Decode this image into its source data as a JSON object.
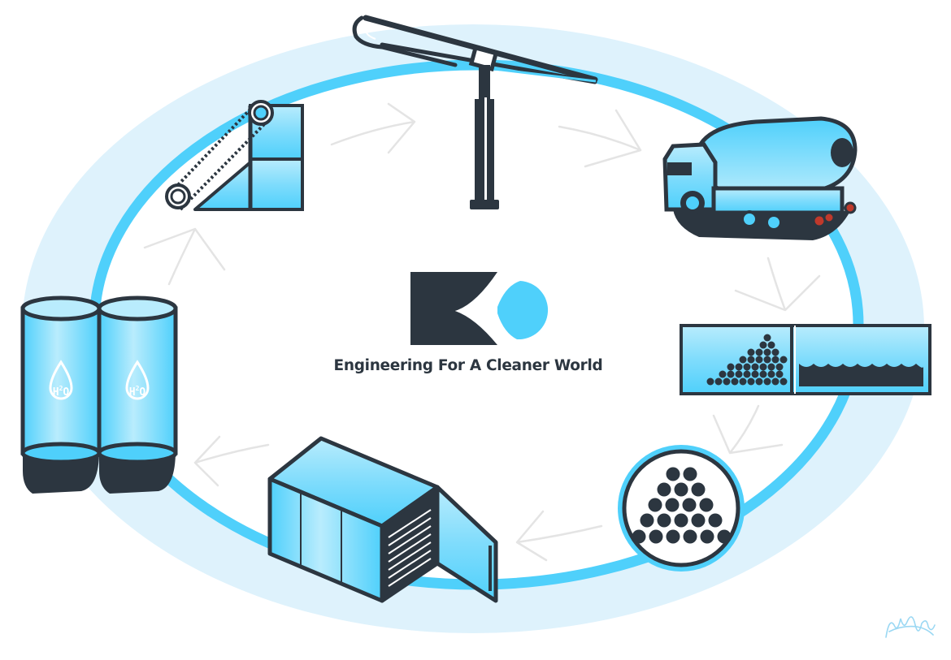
{
  "brand": {
    "tagline": "Engineering For A Cleaner World",
    "signature_text": "Mc Mahon"
  },
  "tanks": {
    "label_main": "H",
    "label_sup": "2",
    "label_tail": "O"
  },
  "cycle_stations": [
    "conveyor-icon",
    "hydraulic-boom-icon",
    "mixer-truck-icon",
    "sediment-tank-icon",
    "filter-media-icon",
    "furnace-unit-icon",
    "water-tanks-icon"
  ],
  "colors": {
    "dark": "#2c3640",
    "accent": "#4fd0fb",
    "light_ring": "#def2fc",
    "arrow": "#e6e6e6"
  }
}
